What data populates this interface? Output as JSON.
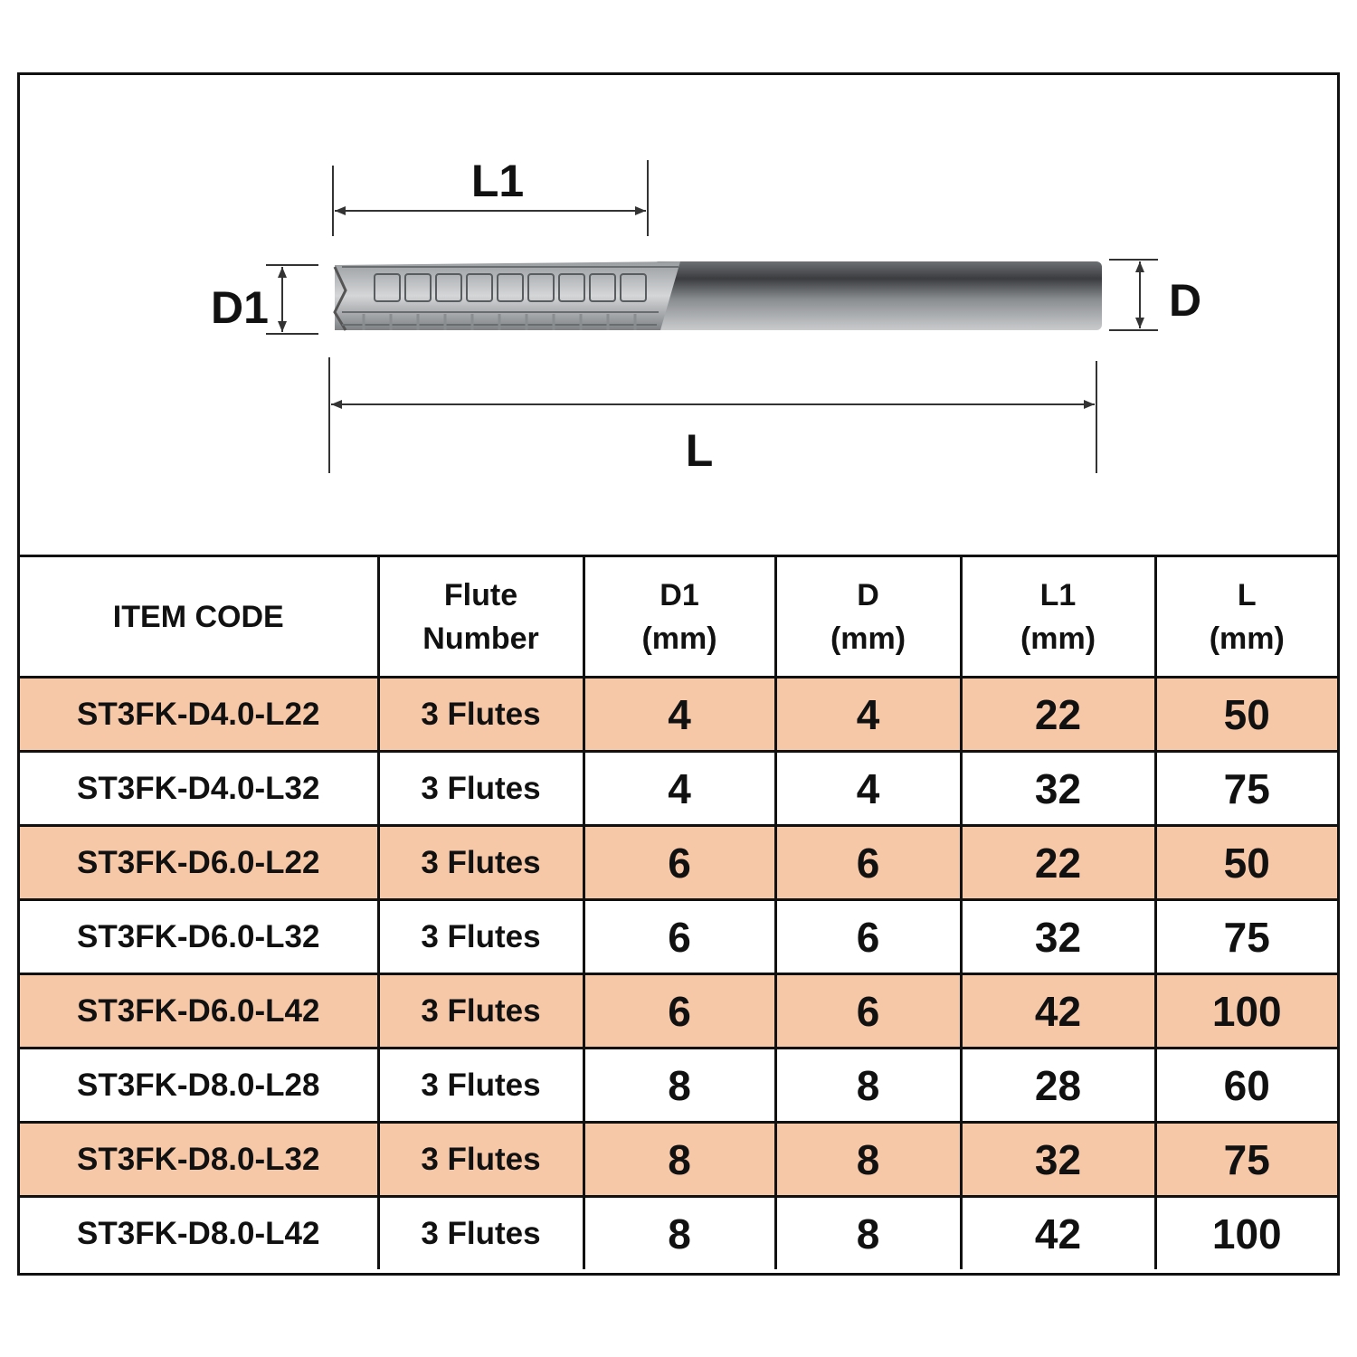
{
  "diagram": {
    "label_l1": "L1",
    "label_d1": "D1",
    "label_d": "D",
    "label_l": "L"
  },
  "table": {
    "headers": [
      {
        "line1": "ITEM CODE",
        "line2": ""
      },
      {
        "line1": "Flute",
        "line2": "Number"
      },
      {
        "line1": "D1",
        "line2": "(mm)"
      },
      {
        "line1": "D",
        "line2": "(mm)"
      },
      {
        "line1": "L1",
        "line2": "(mm)"
      },
      {
        "line1": "L",
        "line2": "(mm)"
      }
    ],
    "rows": [
      {
        "code": "ST3FK-D4.0-L22",
        "flutes": "3 Flutes",
        "d1": "4",
        "d": "4",
        "l1": "22",
        "l": "50"
      },
      {
        "code": "ST3FK-D4.0-L32",
        "flutes": "3 Flutes",
        "d1": "4",
        "d": "4",
        "l1": "32",
        "l": "75"
      },
      {
        "code": "ST3FK-D6.0-L22",
        "flutes": "3 Flutes",
        "d1": "6",
        "d": "6",
        "l1": "22",
        "l": "50"
      },
      {
        "code": "ST3FK-D6.0-L32",
        "flutes": "3 Flutes",
        "d1": "6",
        "d": "6",
        "l1": "32",
        "l": "75"
      },
      {
        "code": "ST3FK-D6.0-L42",
        "flutes": "3 Flutes",
        "d1": "6",
        "d": "6",
        "l1": "42",
        "l": "100"
      },
      {
        "code": "ST3FK-D8.0-L28",
        "flutes": "3 Flutes",
        "d1": "8",
        "d": "8",
        "l1": "28",
        "l": "60"
      },
      {
        "code": "ST3FK-D8.0-L32",
        "flutes": "3 Flutes",
        "d1": "8",
        "d": "8",
        "l1": "32",
        "l": "75"
      },
      {
        "code": "ST3FK-D8.0-L42",
        "flutes": "3 Flutes",
        "d1": "8",
        "d": "8",
        "l1": "42",
        "l": "100"
      }
    ]
  },
  "colors": {
    "shaded_row": "#f6c8a7",
    "border": "#111111"
  }
}
